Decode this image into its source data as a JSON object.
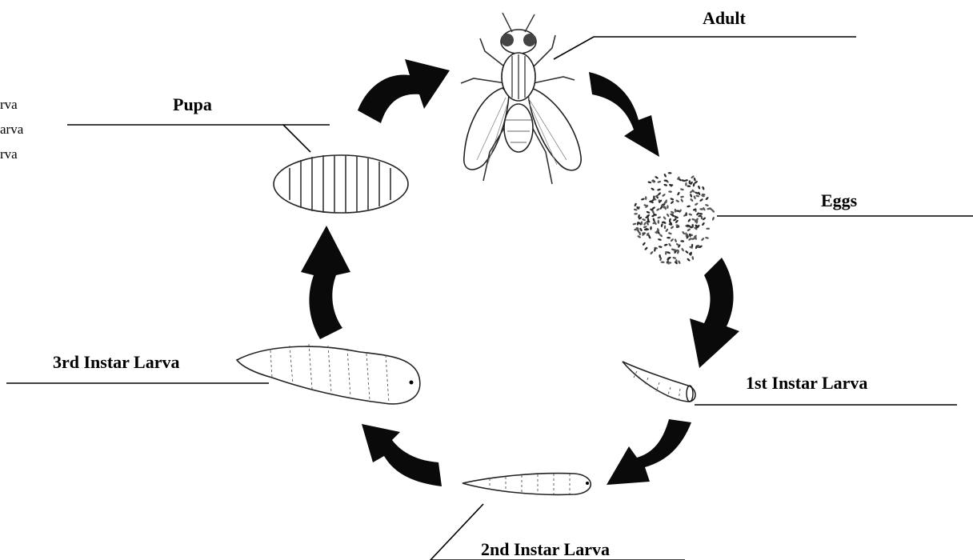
{
  "labels": {
    "adult": "Adult",
    "eggs": "Eggs",
    "first_instar": "1st Instar Larva",
    "second_instar": "2nd Instar Larva",
    "third_instar": "3rd Instar Larva",
    "pupa": "Pupa"
  },
  "cutoff_text": [
    "rva",
    "arva",
    "rva"
  ],
  "colors": {
    "ink": "#000000",
    "arrow": "#0a0a0a",
    "background": "#ffffff"
  },
  "icons": [
    "adult-fly-icon",
    "egg-cluster-icon",
    "first-instar-larva-icon",
    "second-instar-larva-icon",
    "third-instar-larva-icon",
    "pupa-icon"
  ]
}
